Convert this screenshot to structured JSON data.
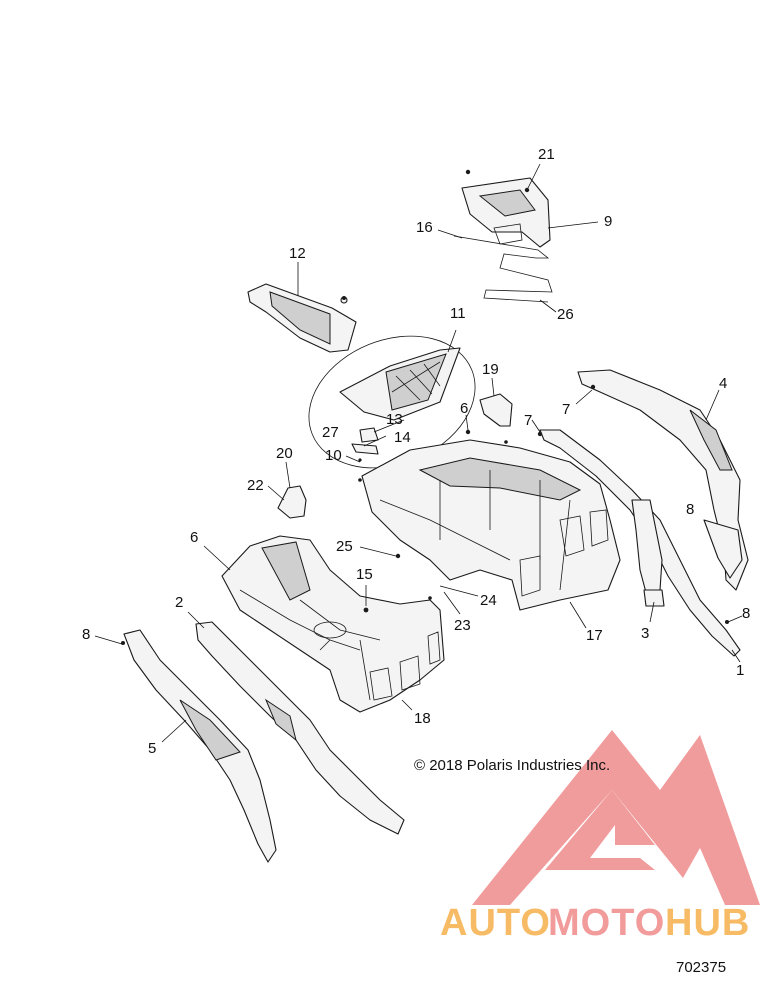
{
  "diagram": {
    "copyright": "© 2018 Polaris Industries Inc.",
    "figure_number": "702375",
    "callouts": [
      {
        "label": "1"
      },
      {
        "label": "2"
      },
      {
        "label": "3"
      },
      {
        "label": "4"
      },
      {
        "label": "5"
      },
      {
        "label": "6"
      },
      {
        "label": "6"
      },
      {
        "label": "7"
      },
      {
        "label": "7"
      },
      {
        "label": "8"
      },
      {
        "label": "8"
      },
      {
        "label": "8"
      },
      {
        "label": "9"
      },
      {
        "label": "10"
      },
      {
        "label": "11"
      },
      {
        "label": "12"
      },
      {
        "label": "13"
      },
      {
        "label": "14"
      },
      {
        "label": "15"
      },
      {
        "label": "16"
      },
      {
        "label": "17"
      },
      {
        "label": "18"
      },
      {
        "label": "19"
      },
      {
        "label": "20"
      },
      {
        "label": "21"
      },
      {
        "label": "22"
      },
      {
        "label": "23"
      },
      {
        "label": "24"
      },
      {
        "label": "25"
      },
      {
        "label": "26"
      },
      {
        "label": "27"
      }
    ]
  },
  "watermark": {
    "part1": "AUTO",
    "part2": "MOTO",
    "part3": "HUB",
    "color_auto": "#f5b04a",
    "color_moto": "#f08a8a",
    "color_hub": "#f5b04a",
    "triangle_color": "#ef6b6b"
  }
}
